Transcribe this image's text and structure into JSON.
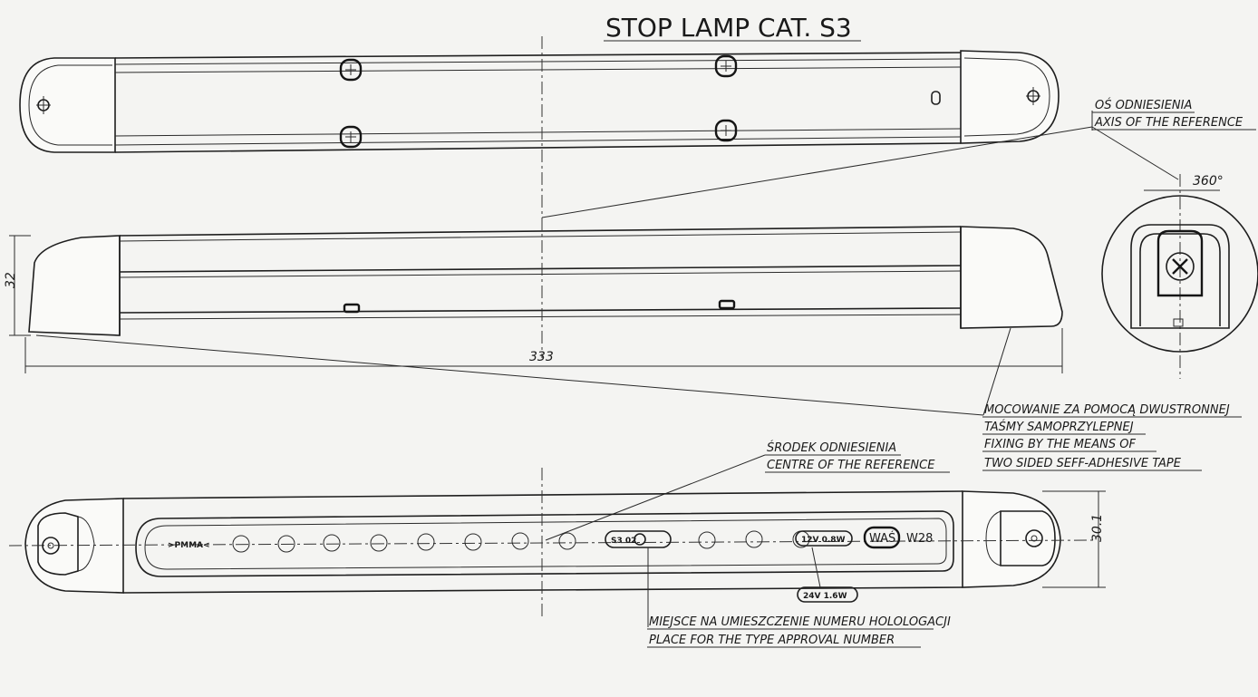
{
  "title": "STOP LAMP CAT. S3",
  "dimensions": {
    "length": "333",
    "height": "32",
    "width": "30.1",
    "rotation": "360°"
  },
  "notes": {
    "axis_reference_pl": "OŚ ODNIESIENIA",
    "axis_reference_en": "AXIS OF THE REFERENCE",
    "fixing_pl_1": "MOCOWANIE ZA POMOCĄ DWUSTRONNEJ",
    "fixing_pl_2": "TAŚMY SAMOPRZYLEPNEJ",
    "fixing_en_1": "FIXING BY THE MEANS OF",
    "fixing_en_2": "TWO SIDED SEFF-ADHESIVE TAPE",
    "centre_pl": "ŚRODEK ODNIESIENIA",
    "centre_en": "CENTRE OF THE REFERENCE",
    "approval_pl": "MIEJSCE NA UMIESZCZENIE NUMERU HOLOLOGACJI",
    "approval_en": "PLACE FOR THE TYPE APPROVAL NUMBER"
  },
  "lens_markings": {
    "material": ">PMMA<",
    "approval": "S3 02",
    "rating_12v": "12V  0.8W",
    "rating_24v": "24V  1.6W",
    "brand": "WAŚ",
    "model": "W28"
  }
}
